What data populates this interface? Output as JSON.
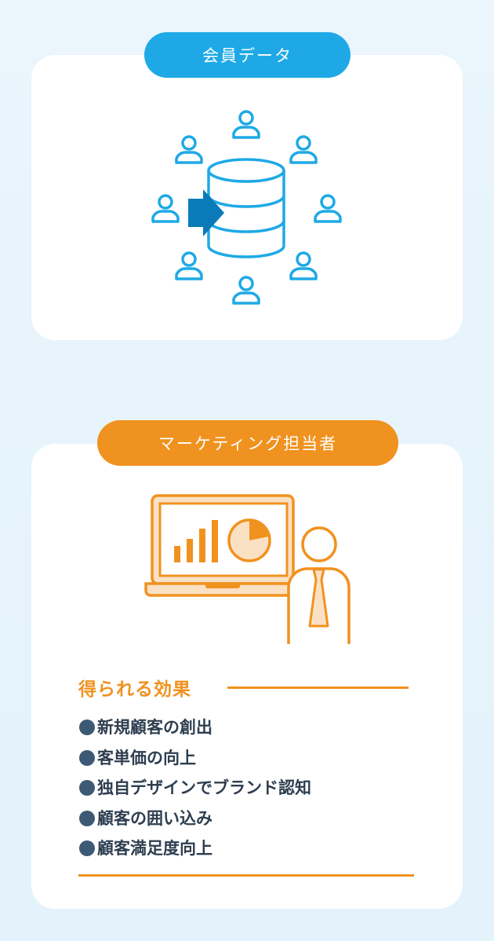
{
  "member": {
    "label": "会員データ"
  },
  "marketing": {
    "label": "マーケティング担当者"
  },
  "effects": {
    "title": "得られる効果",
    "items": [
      "新規顧客の創出",
      "客単価の向上",
      "独自デザインでブランド認知",
      "顧客の囲い込み",
      "顧客満足度向上"
    ]
  },
  "colors": {
    "blue": "#1ea9e6",
    "dark_blue": "#0a7bb8",
    "orange": "#f0921f",
    "text": "#2e3e50"
  },
  "icons": [
    "person-icon",
    "database-icon",
    "arrow-right-icon",
    "arrow-down-icon",
    "laptop-chart-icon",
    "presenter-icon"
  ]
}
